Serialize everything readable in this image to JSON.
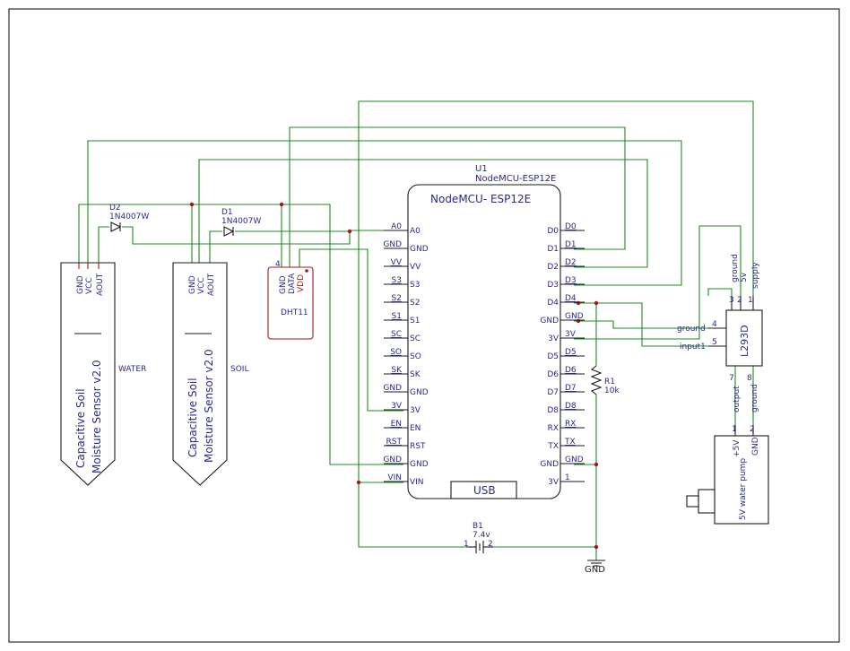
{
  "mcu": {
    "ref": "U1",
    "part": "NodeMCU-ESP12E",
    "title": "NodeMCU- ESP12E",
    "usb": "USB",
    "left_pins": [
      "A0",
      "GND",
      "VV",
      "S3",
      "S2",
      "S1",
      "SC",
      "SO",
      "SK",
      "GND",
      "3V",
      "EN",
      "RST",
      "GND",
      "VIN"
    ],
    "left_outer": [
      "",
      "",
      "VV",
      "S3",
      "S2",
      "S1",
      "SC",
      "SO",
      "SK",
      "",
      "",
      "EN",
      "RST",
      "",
      ""
    ],
    "right_pins": [
      "D0",
      "D1",
      "D2",
      "D3",
      "D4",
      "GND",
      "3V",
      "D5",
      "D6",
      "D7",
      "D8",
      "RX",
      "TX",
      "GND",
      "1"
    ],
    "right_inner": [
      "D0",
      "D1",
      "D2",
      "D3",
      "D4",
      "GND",
      "3V",
      "D5",
      "D6",
      "D7",
      "D8",
      "RX",
      "TX",
      "GND",
      "3V"
    ],
    "left_outer_plain": [
      "A0",
      "GND",
      "",
      "",
      "",
      "",
      "",
      "",
      "",
      "GND",
      "3V",
      "",
      "",
      "GND",
      "VIN"
    ]
  },
  "sensor_water": {
    "line1": "Capacitive Soil",
    "line2": "Moisture Sensor v2.0",
    "label": "WATER",
    "pins": [
      "GND",
      "VCC",
      "AOUT"
    ]
  },
  "sensor_soil": {
    "line1": "Capacitive Soil",
    "line2": "Moisture Sensor v2.0",
    "label": "SOIL",
    "pins": [
      "GND",
      "VCC",
      "AOUT"
    ]
  },
  "diode_d2": {
    "ref": "D2",
    "part": "1N4007W"
  },
  "diode_d1": {
    "ref": "D1",
    "part": "1N4007W"
  },
  "dht": {
    "name": "DHT11",
    "pins": [
      "GND",
      "DATA",
      "VDD"
    ],
    "pin_num": "4"
  },
  "resistor": {
    "ref": "R1",
    "value": "10k"
  },
  "battery": {
    "ref": "B1",
    "value": "7.4v",
    "pin1": "1",
    "pin2": "2"
  },
  "ground_label": "GND",
  "driver": {
    "name": "L293D",
    "top_pins": [
      "ground",
      "5v",
      "supply"
    ],
    "top_nums": [
      "3",
      "2",
      "1"
    ],
    "left_labels": [
      "ground",
      "input1"
    ],
    "left_nums": [
      "4",
      "5"
    ],
    "bottom_labels": [
      "output",
      "ground"
    ],
    "bottom_nums": [
      "7",
      "8"
    ]
  },
  "pump": {
    "name": "5V water pump",
    "pins": [
      "+5V",
      "GND"
    ],
    "nums": [
      "1",
      "2"
    ]
  }
}
